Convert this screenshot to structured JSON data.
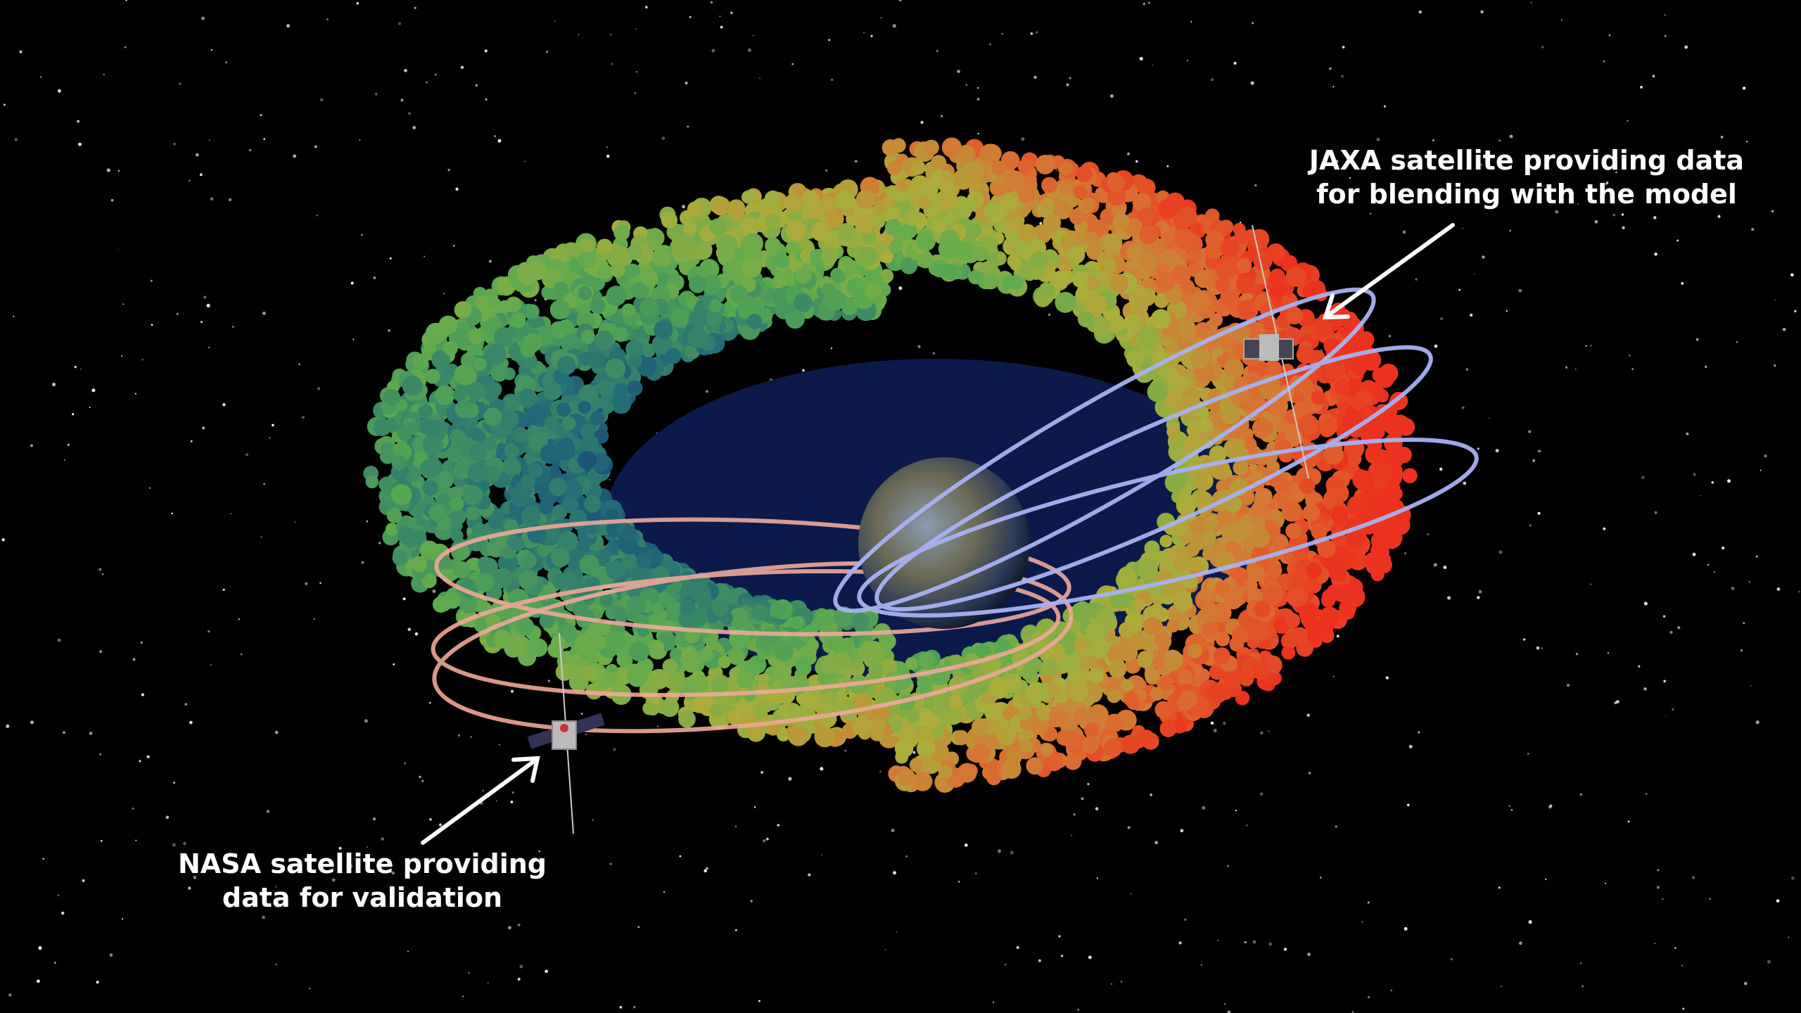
{
  "annotations": {
    "jaxa": {
      "line1": "JAXA satellite providing data",
      "line2": "for blending with the model"
    },
    "nasa": {
      "line1": "NASA satellite providing",
      "line2": "data for validation"
    }
  },
  "colors": {
    "background": "#000000",
    "inner_belt": "#0b1a4a",
    "jaxa_orbit": "#a9b2f2",
    "nasa_orbit": "#f0a89a",
    "arrow": "#ffffff"
  }
}
